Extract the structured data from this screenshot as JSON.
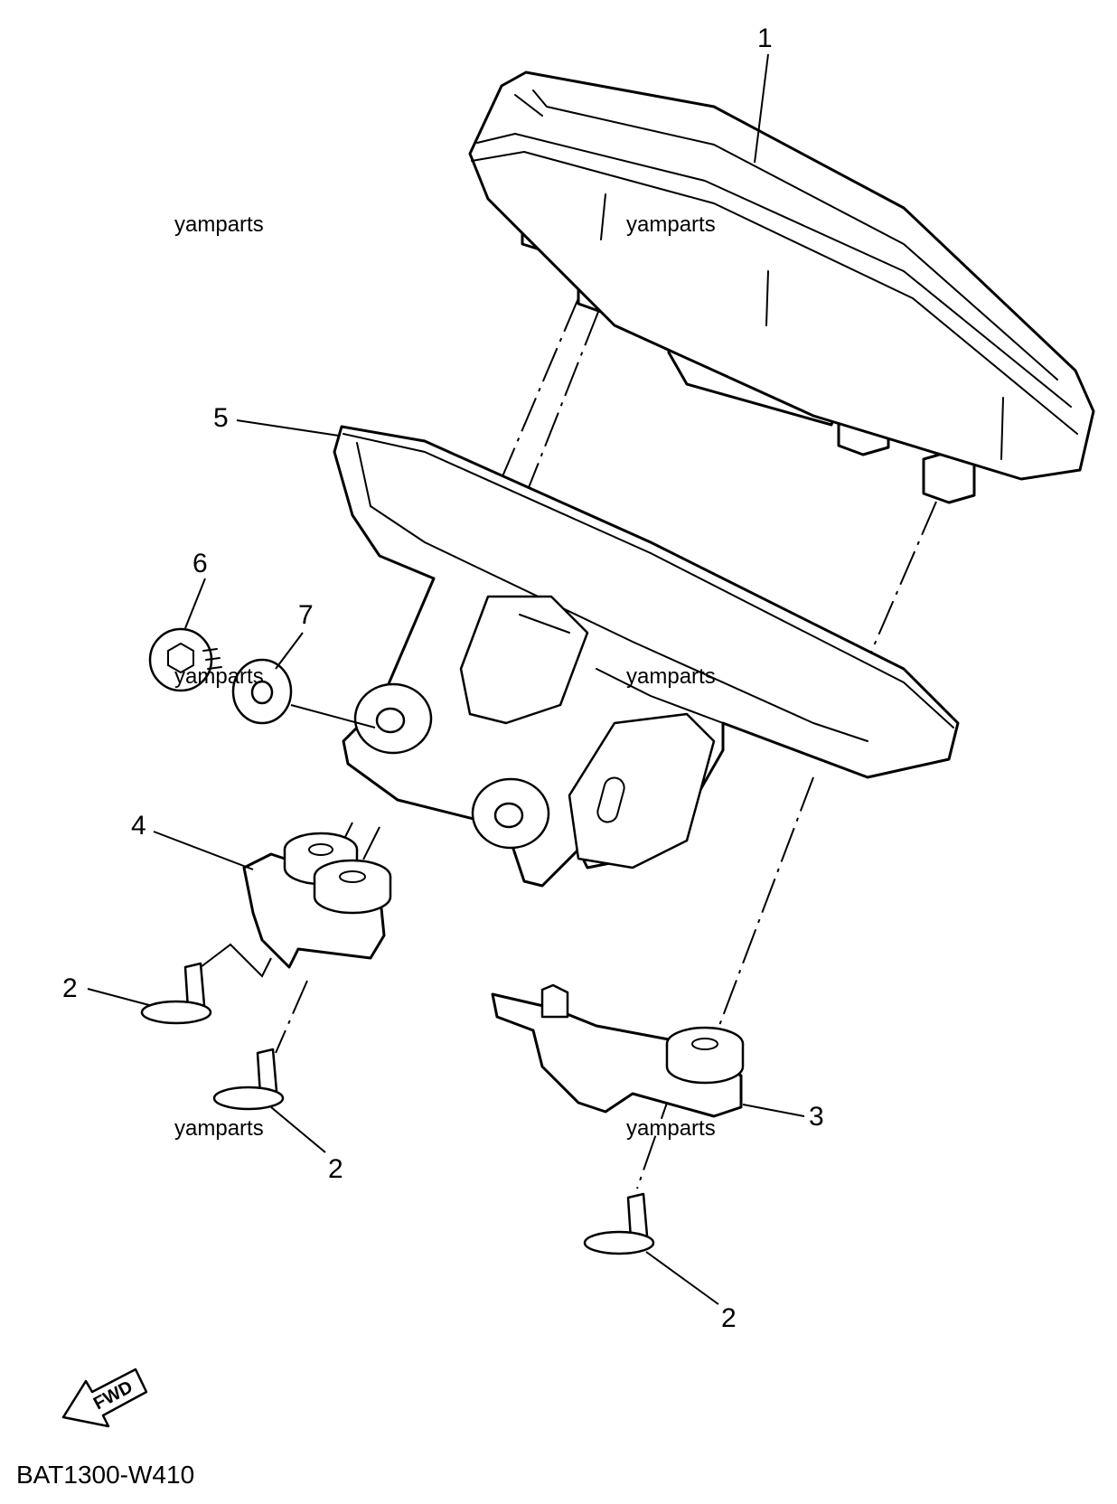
{
  "callouts": {
    "c1": "1",
    "c2a": "2",
    "c2b": "2",
    "c2c": "2",
    "c3": "3",
    "c4": "4",
    "c5": "5",
    "c6": "6",
    "c7": "7"
  },
  "watermarks": [
    "yamparts",
    "yamparts",
    "yamparts",
    "yamparts",
    "yamparts",
    "yamparts"
  ],
  "fwd_label": "FWD",
  "diagram_code": "BAT1300-W410",
  "parts": [
    {
      "ref": "1",
      "icon": "meter-assembly-icon"
    },
    {
      "ref": "2",
      "icon": "screw-icon"
    },
    {
      "ref": "3",
      "icon": "bracket-icon"
    },
    {
      "ref": "4",
      "icon": "bracket-icon"
    },
    {
      "ref": "5",
      "icon": "meter-cover-icon"
    },
    {
      "ref": "6",
      "icon": "bolt-icon"
    },
    {
      "ref": "7",
      "icon": "washer-icon"
    }
  ]
}
